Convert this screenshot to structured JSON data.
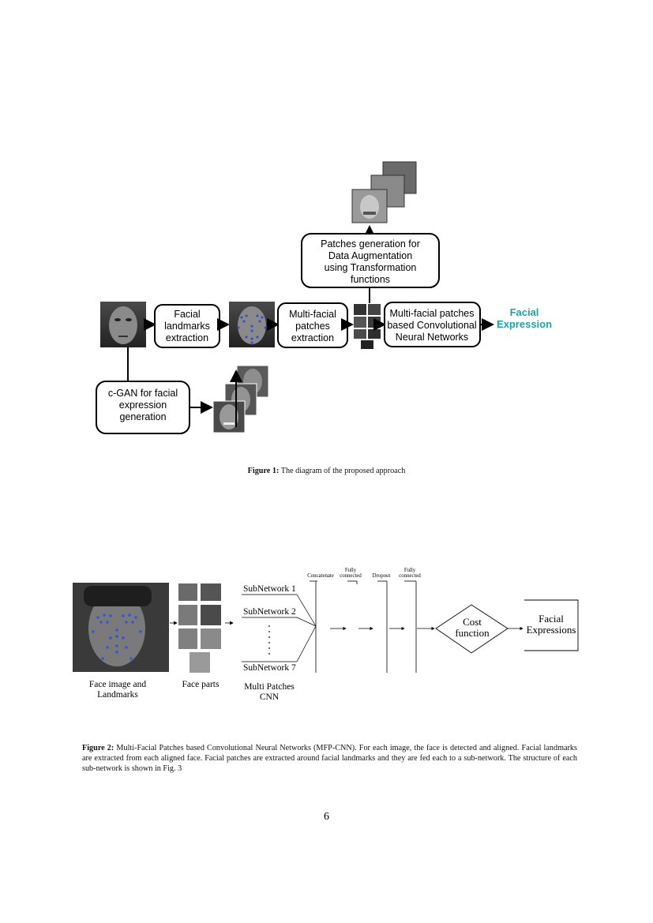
{
  "figure1": {
    "boxes": {
      "facial_landmarks": [
        "Facial",
        "landmarks",
        "extraction"
      ],
      "multi_facial_patches": [
        "Multi-facial",
        "patches",
        "extraction"
      ],
      "patches_generation": [
        "Patches generation for",
        "Data Augmentation",
        "using Transformation",
        "functions"
      ],
      "mfp_cnn": [
        "Multi-facial patches",
        "based Convolutional",
        "Neural Networks"
      ],
      "cgan": [
        "c-GAN for facial",
        "expression",
        "generation"
      ]
    },
    "output": [
      "Facial",
      "Expression"
    ],
    "output_color": "#1aa3a8",
    "caption_label": "Figure 1:",
    "caption_text": "The diagram of the proposed approach"
  },
  "figure2": {
    "layer_labels": {
      "concatenate": "Concatenate",
      "fully_connected_1": [
        "Fully",
        "connected"
      ],
      "dropout": "Dropout",
      "fully_connected_2": [
        "Fully",
        "connected"
      ]
    },
    "subnetworks": [
      "SubNetwork 1",
      "SubNetwork 2",
      "SubNetwork 7"
    ],
    "cost_function": [
      "Cost",
      "function"
    ],
    "output": [
      "Facial",
      "Expressions"
    ],
    "bottom_labels": {
      "face_image": [
        "Face image and",
        "Landmarks"
      ],
      "face_parts": "Face parts",
      "multi_patches": [
        "Multi Patches",
        "CNN"
      ]
    },
    "caption_label": "Figure 2:",
    "caption_text": "Multi-Facial Patches based Convolutional Neural Networks (MFP-CNN). For each image, the face is detected and aligned. Facial landmarks are extracted from each aligned face. Facial patches are extracted around facial landmarks and they are fed each to a sub-network. The structure of each sub-network is shown in Fig. 3"
  },
  "page_number": "6"
}
